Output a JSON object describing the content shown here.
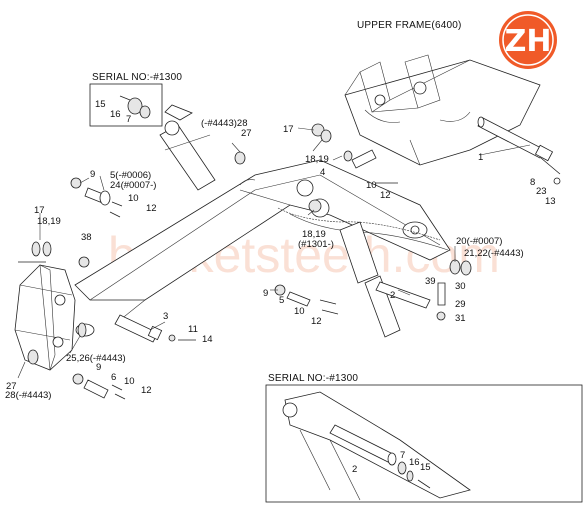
{
  "upper_frame_label": "UPPER FRAME(6400)",
  "serial_top": "SERIAL NO:-#1300",
  "serial_bottom": "SERIAL NO:-#1300",
  "watermark": "bucketsteeth.com",
  "logo": {
    "letters": "ZH",
    "color": "#f05a28"
  },
  "callouts": {
    "c15a": "15",
    "c16a": "16",
    "c7a": "7",
    "c4443_28": "(-#4443)28",
    "c27a": "27",
    "c17a": "17",
    "c18_19a": "18,19",
    "c4": "4",
    "c1": "1",
    "c8": "8",
    "c23": "23",
    "c13": "13",
    "c10a": "10",
    "c12a": "12",
    "c9a": "9",
    "c5a": "5(-#0006)",
    "c24": "24(#0007-)",
    "c10b": "10",
    "c12b": "12",
    "c17b": "17",
    "c18_19b": "18,19",
    "c38": "38",
    "c18_19c": "18,19",
    "c1301": "(#1301-)",
    "c20": "20(-#0007)",
    "c21_22": "21,22(-#4443)",
    "c39": "39",
    "c30": "30",
    "c29": "29",
    "c31": "31",
    "c2a": "2",
    "c9b": "9",
    "c5b": "5",
    "c10c": "10",
    "c12c": "12",
    "c3": "3",
    "c11": "11",
    "c14": "14",
    "c25_26": "25,26(-#4443)",
    "c27b": "27",
    "c28_4443": "28(-#4443)",
    "c9c": "9",
    "c6": "6",
    "c10d": "10",
    "c12d": "12",
    "c2b": "2",
    "c7b": "7",
    "c16b": "16",
    "c15b": "15"
  }
}
